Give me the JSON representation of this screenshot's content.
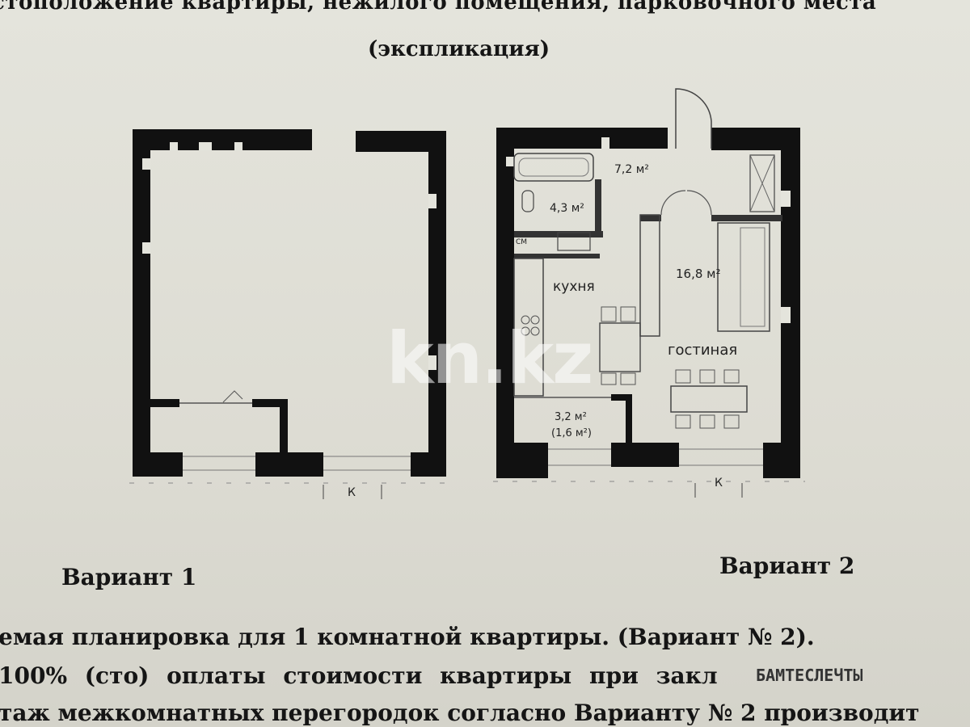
{
  "header": {
    "line1": "стоположение квартиры, нежилого помещения, парковочного места",
    "line2": "(экспликация)"
  },
  "variant1": {
    "caption": "Вариант 1",
    "axis_label": "К"
  },
  "variant2": {
    "caption": "Вариант 2",
    "axis_label": "К",
    "rooms": {
      "hall": "7,2 м²",
      "bath": "4,3 м²",
      "kitchen": "кухня",
      "living_area": "16,8 м²",
      "living": "гостиная",
      "balcony": "3,2 м²",
      "balcony_reduced": "(1,6 м²)",
      "wm_label": "СМ"
    }
  },
  "body_text": {
    "para1": "емая планировка для 1 комнатной квартиры. (Вариант № 2).",
    "para2": "100% (сто) оплаты стоимости квартиры при закл",
    "para2_stamp": "БАМТЕСЛЕЧТЫ",
    "para3": "таж межкомнатных перегородок согласно Варианту № 2 производит"
  },
  "watermark": "kn.kz"
}
